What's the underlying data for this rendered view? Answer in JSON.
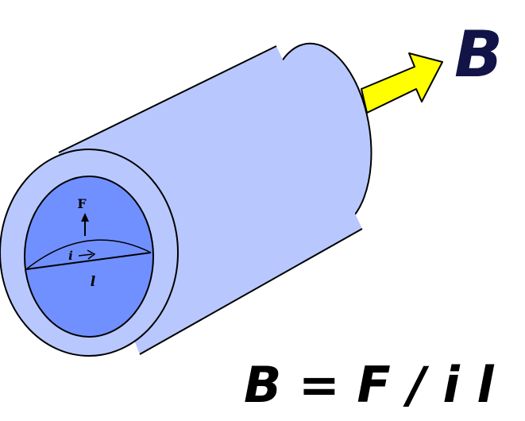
{
  "labels": {
    "field": "B",
    "force": "F",
    "current": "i",
    "length": "l",
    "formula": "B = F / i l"
  },
  "colors": {
    "cylinder_body": "#b8c8ff",
    "inner_face": "#7090ff",
    "field_arrow": "#ffff00",
    "field_label": "#121447",
    "outline": "#000000"
  }
}
